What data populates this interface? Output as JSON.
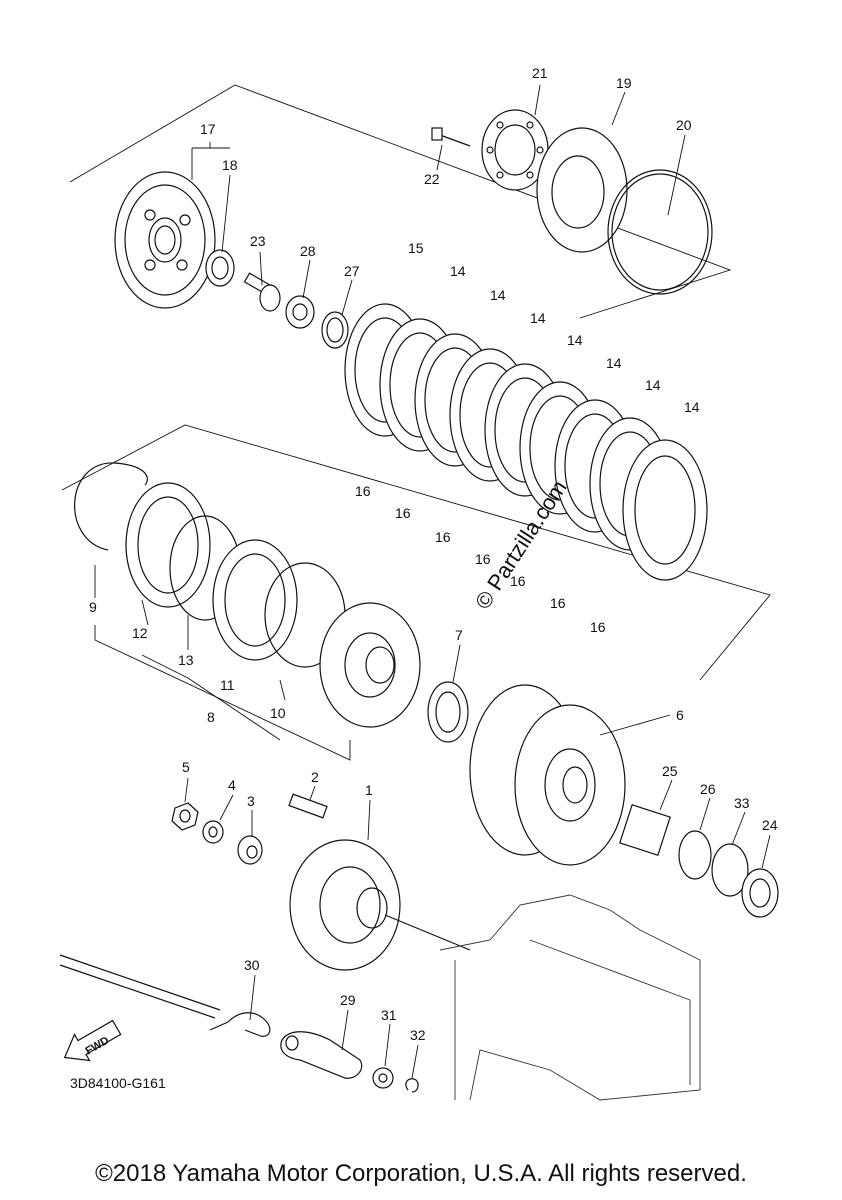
{
  "diagram": {
    "code": "3D84100-G161",
    "fwd_label": "FWD",
    "watermark": "© Partzilla.com",
    "copyright": "©2018 Yamaha Motor Corporation, U.S.A. All rights reserved.",
    "callouts": [
      "1",
      "2",
      "3",
      "4",
      "5",
      "6",
      "7",
      "8",
      "9",
      "10",
      "11",
      "12",
      "13",
      "14",
      "15",
      "16",
      "17",
      "18",
      "19",
      "20",
      "21",
      "22",
      "23",
      "24",
      "25",
      "26",
      "27",
      "28",
      "29",
      "30",
      "31",
      "32",
      "33"
    ]
  }
}
